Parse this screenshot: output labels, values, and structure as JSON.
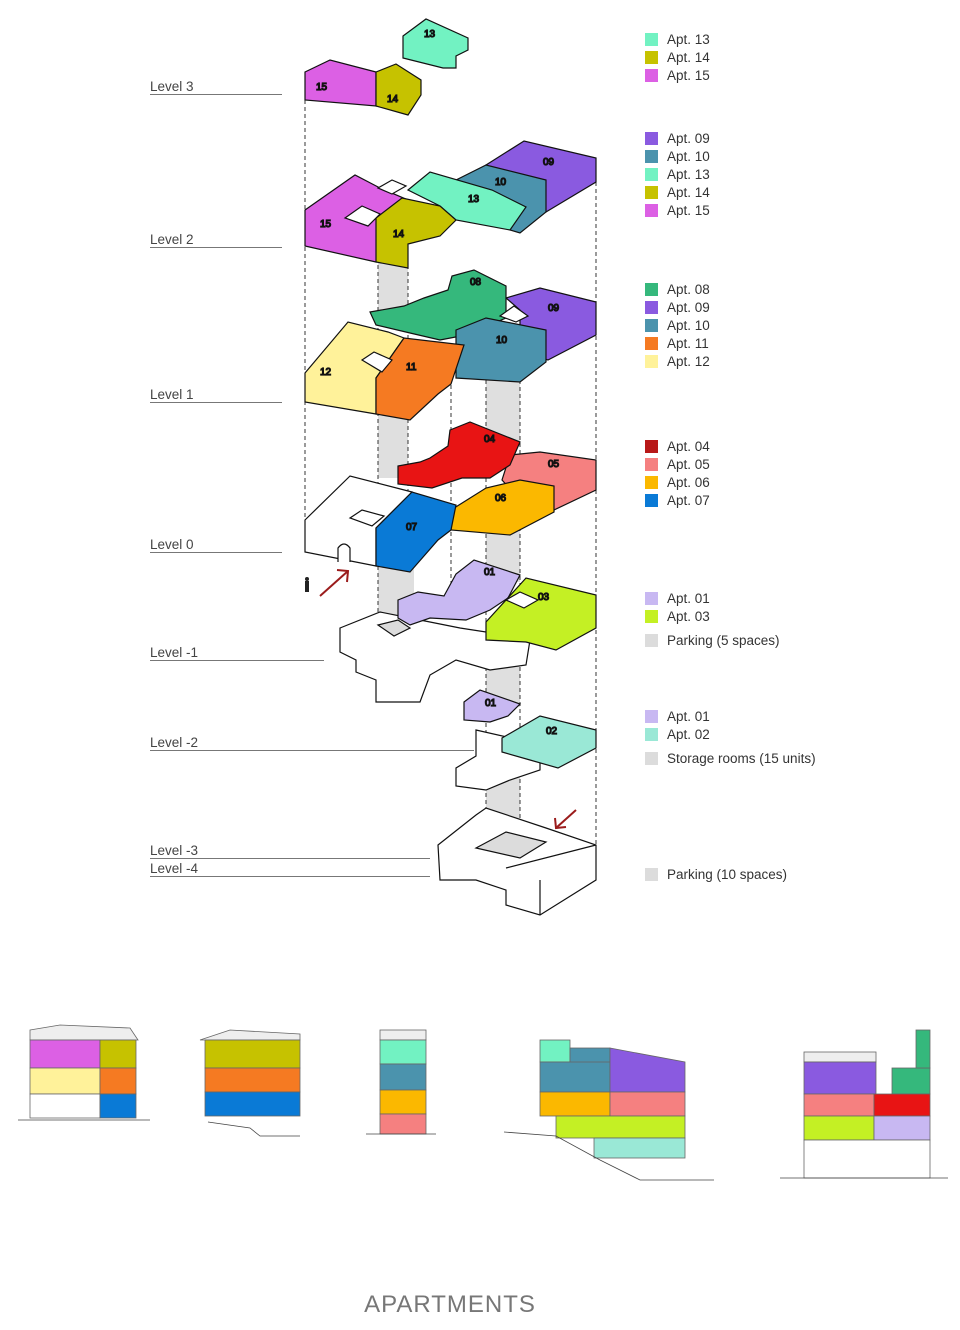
{
  "colors": {
    "apt01": "#c8b8f2",
    "apt02": "#9ae8d6",
    "apt03": "#c4f024",
    "apt04": "#e81414",
    "apt05": "#f58080",
    "apt06": "#fbb800",
    "apt07": "#0a7ad6",
    "apt08": "#35b87c",
    "apt09": "#8a5ae0",
    "apt10": "#4b93ad",
    "apt11": "#f57a22",
    "apt12": "#fff29a",
    "apt13": "#72f2c2",
    "apt14": "#c6c200",
    "apt15": "#dc60e4",
    "apt04_legend": "#b81818",
    "neutral": "#dcdcdc",
    "white": "#ffffff",
    "arrow": "#9b1c1c"
  },
  "levels": [
    {
      "label": "Level 3"
    },
    {
      "label": "Level 2"
    },
    {
      "label": "Level 1"
    },
    {
      "label": "Level 0"
    },
    {
      "label": "Level -1"
    },
    {
      "label": "Level -2"
    },
    {
      "label": "Level -3"
    },
    {
      "label": "Level -4"
    }
  ],
  "blocks": {
    "l3": {
      "b15": "15",
      "b14": "14",
      "b13": "13"
    },
    "l2": {
      "b15": "15",
      "b14": "14",
      "b13": "13",
      "b10": "10",
      "b09": "09"
    },
    "l1": {
      "b12": "12",
      "b11": "11",
      "b10": "10",
      "b09": "09",
      "b08": "08"
    },
    "l0": {
      "b07": "07",
      "b06": "06",
      "b05": "05",
      "b04": "04"
    },
    "lm1": {
      "b01": "01",
      "b03": "03"
    },
    "lm2": {
      "b01": "01",
      "b02": "02"
    }
  },
  "legends": [
    {
      "items": [
        {
          "label": "Apt. 13",
          "color": "#72f2c2"
        },
        {
          "label": "Apt. 14",
          "color": "#c6c200"
        },
        {
          "label": "Apt. 15",
          "color": "#dc60e4"
        }
      ]
    },
    {
      "items": [
        {
          "label": "Apt. 09",
          "color": "#8a5ae0"
        },
        {
          "label": "Apt. 10",
          "color": "#4b93ad"
        },
        {
          "label": "Apt. 13",
          "color": "#72f2c2"
        },
        {
          "label": "Apt. 14",
          "color": "#c6c200"
        },
        {
          "label": "Apt. 15",
          "color": "#dc60e4"
        }
      ]
    },
    {
      "items": [
        {
          "label": "Apt. 08",
          "color": "#35b87c"
        },
        {
          "label": "Apt. 09",
          "color": "#8a5ae0"
        },
        {
          "label": "Apt. 10",
          "color": "#4b93ad"
        },
        {
          "label": "Apt. 11",
          "color": "#f57a22"
        },
        {
          "label": "Apt. 12",
          "color": "#fff29a"
        }
      ]
    },
    {
      "items": [
        {
          "label": "Apt. 04",
          "color": "#b81818"
        },
        {
          "label": "Apt. 05",
          "color": "#f58080"
        },
        {
          "label": "Apt. 06",
          "color": "#fbb800"
        },
        {
          "label": "Apt. 07",
          "color": "#0a7ad6"
        }
      ]
    },
    {
      "items": [
        {
          "label": "Apt. 01",
          "color": "#c8b8f2"
        },
        {
          "label": "Apt. 03",
          "color": "#c4f024"
        },
        {
          "label": "Parking  (5 spaces)",
          "color": "#dcdcdc"
        }
      ]
    },
    {
      "items": [
        {
          "label": "Apt. 01",
          "color": "#c8b8f2"
        },
        {
          "label": "Apt. 02",
          "color": "#9ae8d6"
        },
        {
          "label": "Storage rooms (15 units)",
          "color": "#dcdcdc"
        }
      ]
    },
    {
      "items": [
        {
          "label": "Parking  (10 spaces)",
          "color": "#dcdcdc"
        }
      ]
    }
  ],
  "footer": {
    "title": "APARTMENTS"
  }
}
